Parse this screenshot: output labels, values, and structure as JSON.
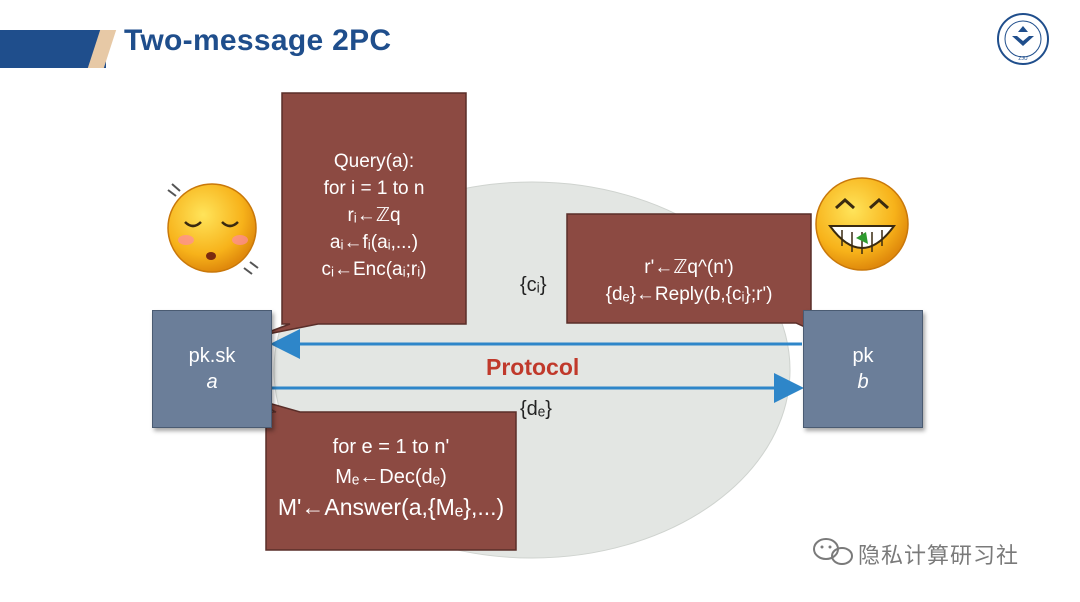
{
  "slide": {
    "title": "Two-message 2PC"
  },
  "alice": {
    "line1": "pk.sk",
    "line2": "a"
  },
  "bob": {
    "line1": "pk",
    "line2": "b"
  },
  "query_bubble": {
    "lines": [
      "Query(a):",
      "for i = 1 to n",
      "rᵢ←ℤq",
      "aᵢ←fᵢ(aᵢ,...)",
      "cᵢ←Enc(aᵢ;rᵢ)"
    ]
  },
  "reply_bubble": {
    "lines": [
      "r'←ℤq^(n')",
      "{dₑ}←Reply(b,{cᵢ};r')"
    ]
  },
  "answer_bubble": {
    "lines": [
      "for e = 1 to n'",
      "Mₑ←Dec(dₑ)",
      "M'←Answer(a,{Mₑ},...)"
    ]
  },
  "messages": {
    "to_bob": "{cᵢ}",
    "to_alice": "{dₑ}",
    "protocol": "Protocol"
  },
  "watermark": "隐私计算研习社",
  "colors": {
    "title_blue": "#1f4e8c",
    "bubble_brown": "#8c4a42",
    "box_slate": "#6b7e99",
    "arrow_blue": "#2e86c9",
    "protocol_red": "#c0392b",
    "ellipse_gray": "#e3e6e3"
  },
  "icons": [
    "sleepy-face-icon",
    "grinning-face-icon",
    "university-logo-icon",
    "wechat-icon"
  ]
}
